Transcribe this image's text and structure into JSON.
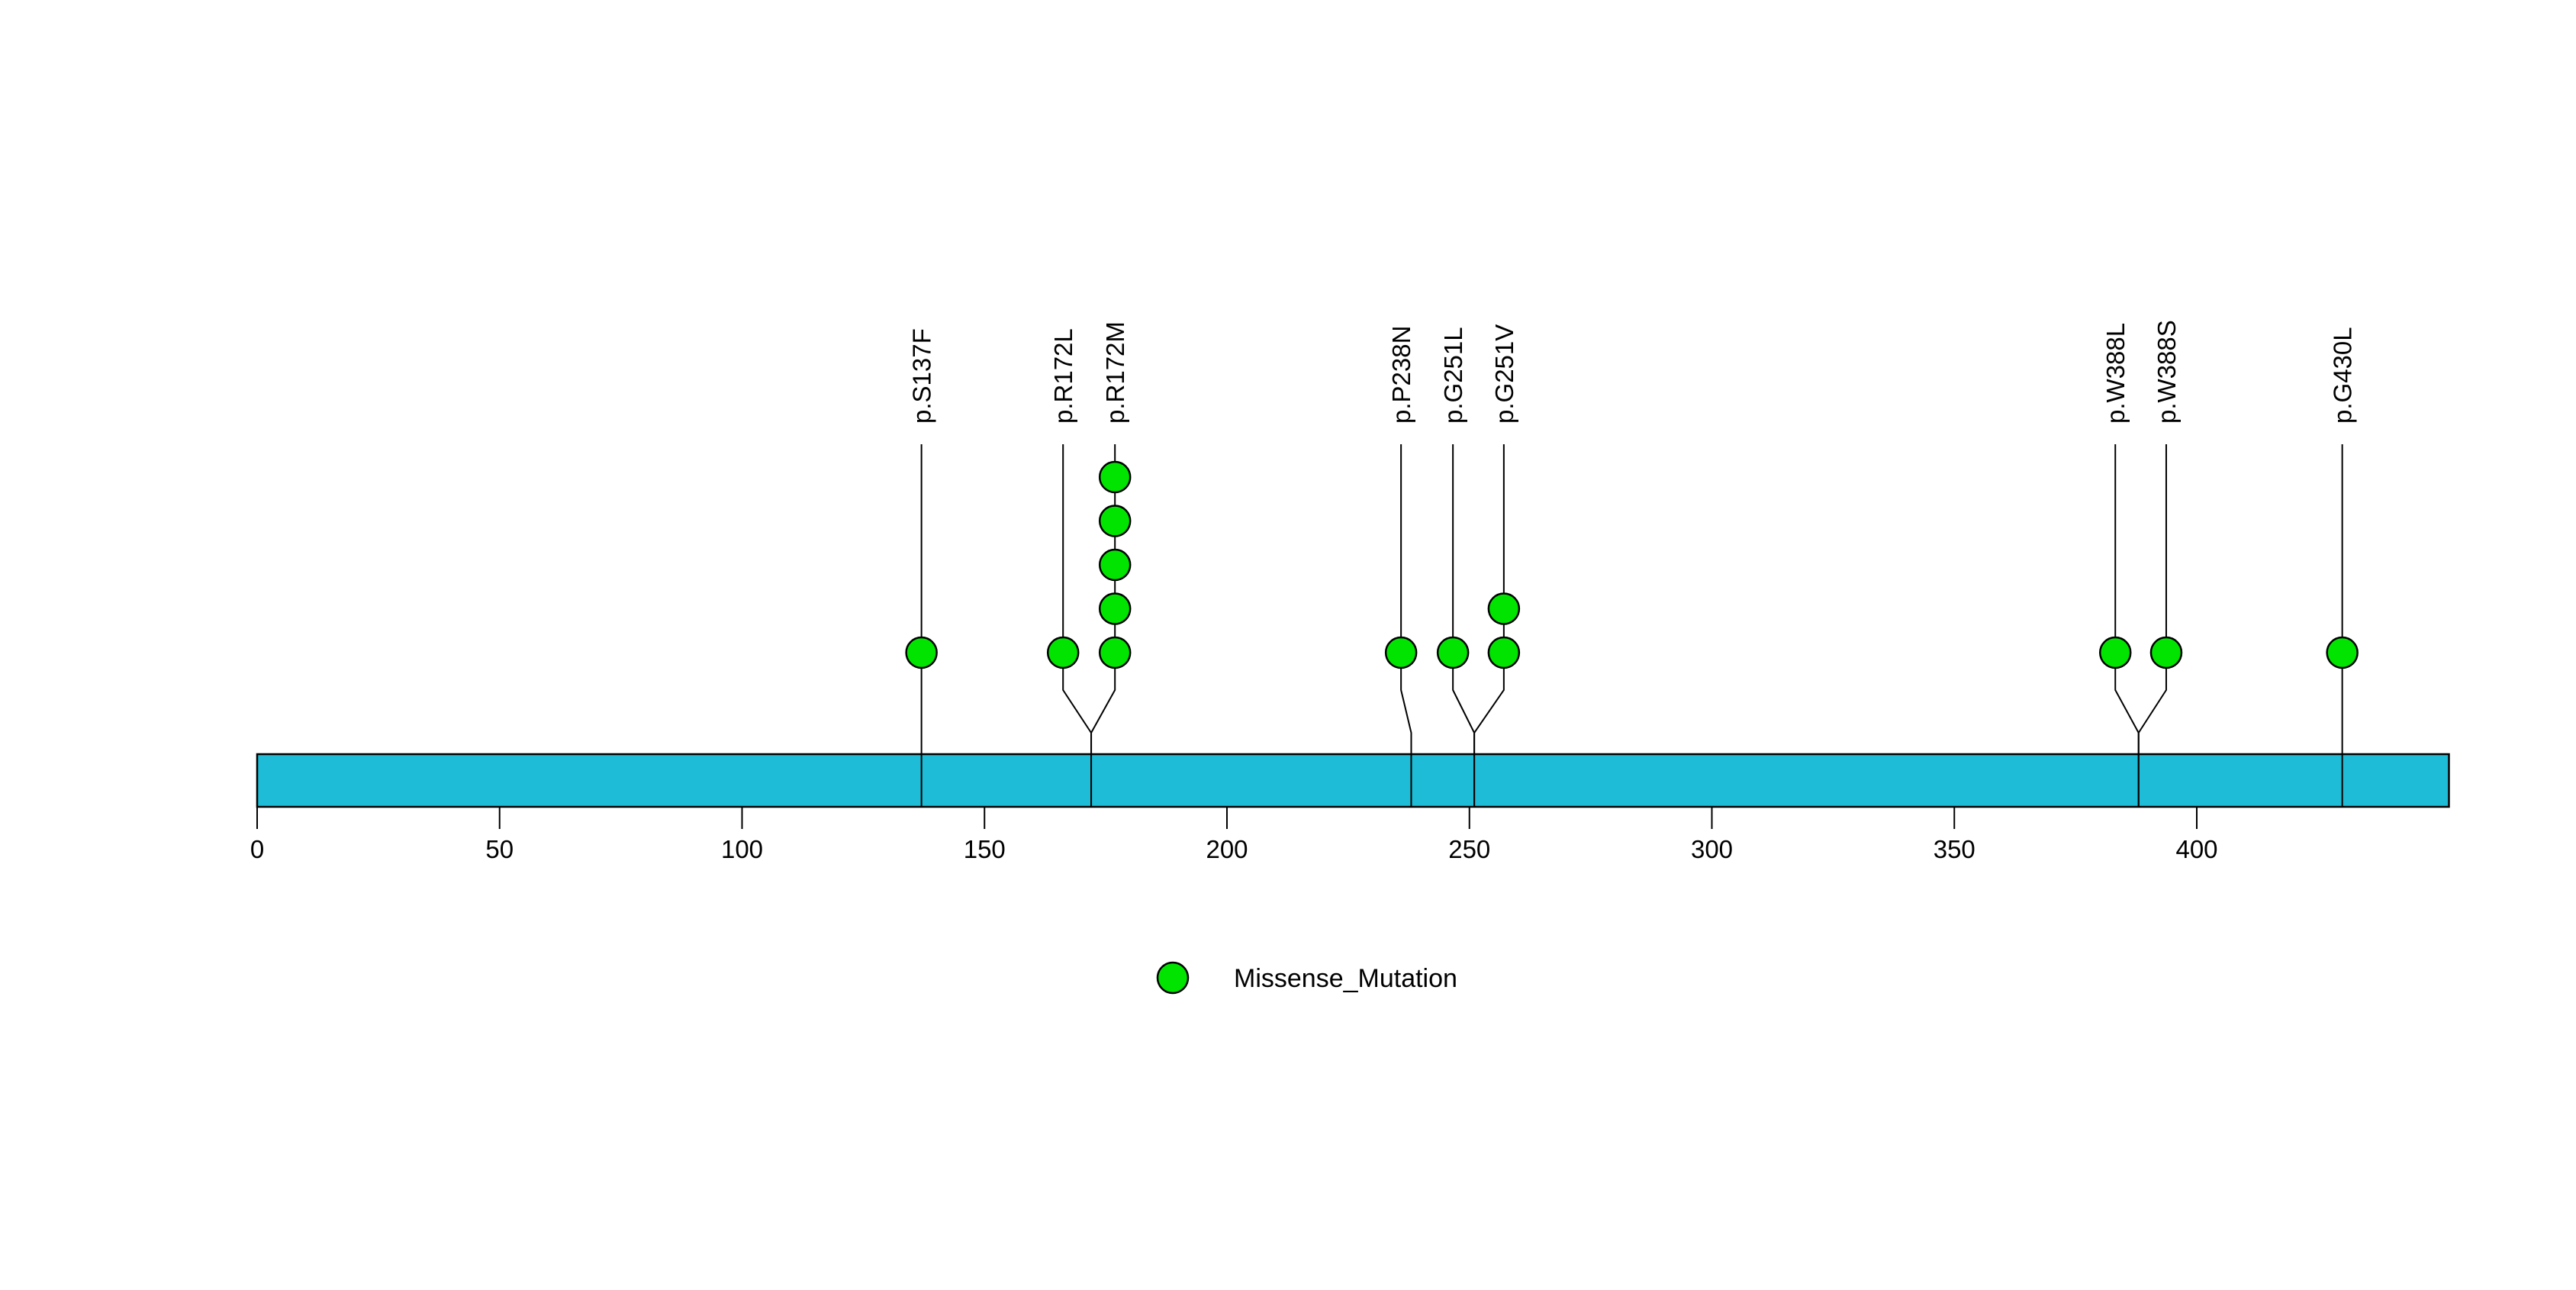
{
  "figure": {
    "background_color": "#ffffff",
    "legend": {
      "label": "Missense_Mutation",
      "swatch_color": "#00e400",
      "swatch_border_color": "#000000",
      "position": "bottom-center"
    }
  },
  "chart_data": {
    "type": "lollipop",
    "title": "",
    "xlabel": "",
    "ylabel": "",
    "xlim": [
      0,
      452
    ],
    "x_ticks": [
      0,
      50,
      100,
      150,
      200,
      250,
      300,
      350,
      400
    ],
    "grid": false,
    "legend_position": "bottom-center",
    "legend_entries": [
      {
        "label": "Missense_Mutation",
        "color": "#00e400"
      }
    ],
    "protein_bar": {
      "start": 0,
      "end": 452,
      "fill_color": "#1ebcd6",
      "border_color": "#000000"
    },
    "mutation_type_colors": {
      "Missense_Mutation": "#00e400"
    },
    "total_mutations": 14,
    "mutations": [
      {
        "label": "p.S137F",
        "position": 137,
        "count": 1,
        "type": "Missense_Mutation",
        "label_x": 137
      },
      {
        "label": "p.R172L",
        "position": 172,
        "count": 1,
        "type": "Missense_Mutation",
        "label_x": 166.2
      },
      {
        "label": "p.R172M",
        "position": 172,
        "count": 5,
        "type": "Missense_Mutation",
        "label_x": 176.9
      },
      {
        "label": "p.P238N",
        "position": 238,
        "count": 1,
        "type": "Missense_Mutation",
        "label_x": 235.9
      },
      {
        "label": "p.G251L",
        "position": 251,
        "count": 1,
        "type": "Missense_Mutation",
        "label_x": 246.6
      },
      {
        "label": "p.G251V",
        "position": 251,
        "count": 2,
        "type": "Missense_Mutation",
        "label_x": 257.1
      },
      {
        "label": "p.W388L",
        "position": 388,
        "count": 1,
        "type": "Missense_Mutation",
        "label_x": 383.2
      },
      {
        "label": "p.W388S",
        "position": 388,
        "count": 1,
        "type": "Missense_Mutation",
        "label_x": 393.7
      },
      {
        "label": "p.G430L",
        "position": 430,
        "count": 1,
        "type": "Missense_Mutation",
        "label_x": 430
      }
    ]
  }
}
